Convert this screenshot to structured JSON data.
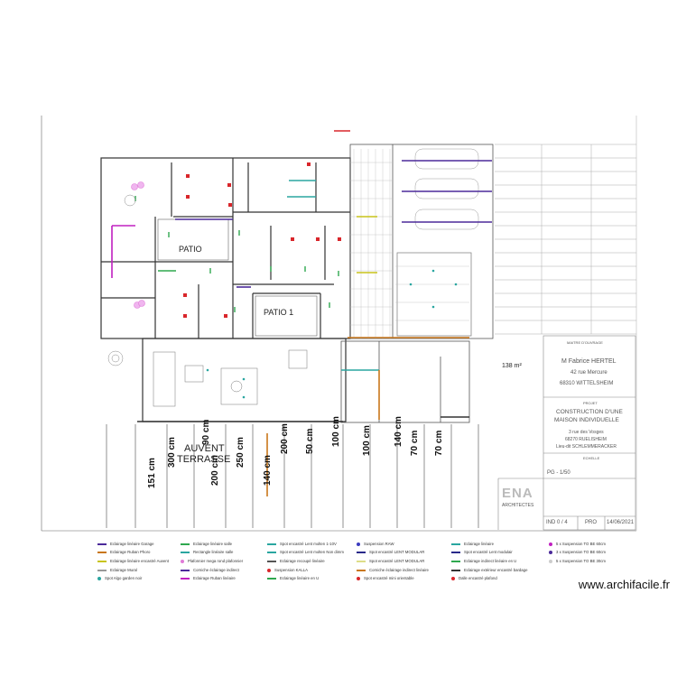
{
  "plan": {
    "rooms": {
      "patio_1": "PATIO",
      "patio_2": "PATIO 1",
      "terrasse": "TERRASSE",
      "auvent": "AUVENT"
    },
    "dimensions": [
      "151 cm",
      "300 cm",
      "200 cm",
      "90 cm",
      "250 cm",
      "140 cm",
      "200 cm",
      "50 cm",
      "100 cm",
      "100 cm",
      "140 cm",
      "70 cm",
      "70 cm"
    ],
    "area_label": "138 m²",
    "colors": {
      "wall": "#333333",
      "purple": "#4b2a9a",
      "green": "#2fa84f",
      "red": "#d9262b",
      "orange": "#c9771a",
      "yellow": "#c8c41a",
      "teal": "#2aa6a0",
      "pink": "#e07ad8",
      "magenta": "#c020c0"
    }
  },
  "title_block": {
    "owner_heading": "MAITRE D'OUVRAGE",
    "owner_name": "M Fabrice HERTEL",
    "owner_address": "42 rue Mercure",
    "owner_city": "68310 WITTELSHEIM",
    "project_heading": "PROJET",
    "project_line1": "CONSTRUCTION D'UNE",
    "project_line2": "MAISON INDIVIDUELLE",
    "project_line3": "3 rue des Vosges",
    "project_line4": "68270 RUELISHEIM",
    "project_line5": "Lieu-dit SCHLEMMERACKER",
    "scale_heading": "ECHELLE",
    "scale": "PG - 1/50",
    "firm": "ENA",
    "firm_sub": "ARCHITECTES",
    "index": "IND 0 / 4",
    "phase": "PRO",
    "date": "14/06/2021"
  },
  "legend": [
    {
      "label": "Eclairage linéaire Garage",
      "color": "#4b2a9a",
      "kind": "line"
    },
    {
      "label": "Eclairage Ruban Phoro",
      "color": "#c9771a",
      "kind": "line"
    },
    {
      "label": "Eclairage linéaire encastré Auvent",
      "color": "#c8c41a",
      "kind": "line"
    },
    {
      "label": "Eclairage Mural",
      "color": "#999999",
      "kind": "line"
    },
    {
      "label": "Spot Algo garden noir",
      "color": "#2aa6a0",
      "kind": "dot"
    },
    {
      "label": "Eclairage linéaire salle",
      "color": "#2fa84f",
      "kind": "line"
    },
    {
      "label": "Rectangle linéaire salle",
      "color": "#2aa6a0",
      "kind": "line"
    },
    {
      "label": "Plafonnier mega rond plafonnier",
      "color": "#e07ad8",
      "kind": "dot"
    },
    {
      "label": "Corniche éclairage indirect",
      "color": "#4b2a9a",
      "kind": "line"
    },
    {
      "label": "Eclairage Ruban linéaire",
      "color": "#c020c0",
      "kind": "line"
    },
    {
      "label": "Spot encastré Lent molten 1-10V",
      "color": "#2aa6a0",
      "kind": "line"
    },
    {
      "label": "Spot encastré Lent molten Non dimm",
      "color": "#2aa6a0",
      "kind": "line"
    },
    {
      "label": "Eclairage recoupé linéaire",
      "color": "#555555",
      "kind": "line"
    },
    {
      "label": "Suspension KALLA",
      "color": "#d9262b",
      "kind": "dot"
    },
    {
      "label": "Eclairage linéaire en U",
      "color": "#2fa84f",
      "kind": "line"
    },
    {
      "label": "Suspension RAW",
      "color": "#3b3bbf",
      "kind": "dot"
    },
    {
      "label": "Spot encastré LENT MODULAR",
      "color": "#2a2a8a",
      "kind": "line"
    },
    {
      "label": "Spot encastré LENT MODULAR",
      "color": "#dddd88",
      "kind": "line"
    },
    {
      "label": "Corniche éclairage indirect linéaire",
      "color": "#c9771a",
      "kind": "line"
    },
    {
      "label": "Spot encastré mini orientable",
      "color": "#d9262b",
      "kind": "dot"
    },
    {
      "label": "Eclairage linéaire",
      "color": "#2aa6a0",
      "kind": "line"
    },
    {
      "label": "Spot encastré Lent modulair",
      "color": "#2a2a8a",
      "kind": "line"
    },
    {
      "label": "Eclairage indirect linéaire en U",
      "color": "#2fa84f",
      "kind": "line"
    },
    {
      "label": "Eclairage extérieur encastré bardage",
      "color": "#333333",
      "kind": "line"
    },
    {
      "label": "Dalle encastré plafond",
      "color": "#d9262b",
      "kind": "dot"
    },
    {
      "label": "5 x Suspension TO BE 60cm",
      "color": "#c020c0",
      "kind": "dot"
    },
    {
      "label": "3 x Suspension TO BE 60cm",
      "color": "#4b2a9a",
      "kind": "dot"
    },
    {
      "label": "5 x Suspension TO BE 30cm",
      "color": "#cccccc",
      "kind": "dot"
    }
  ],
  "footer": {
    "brand": "www.archifacile.fr"
  }
}
